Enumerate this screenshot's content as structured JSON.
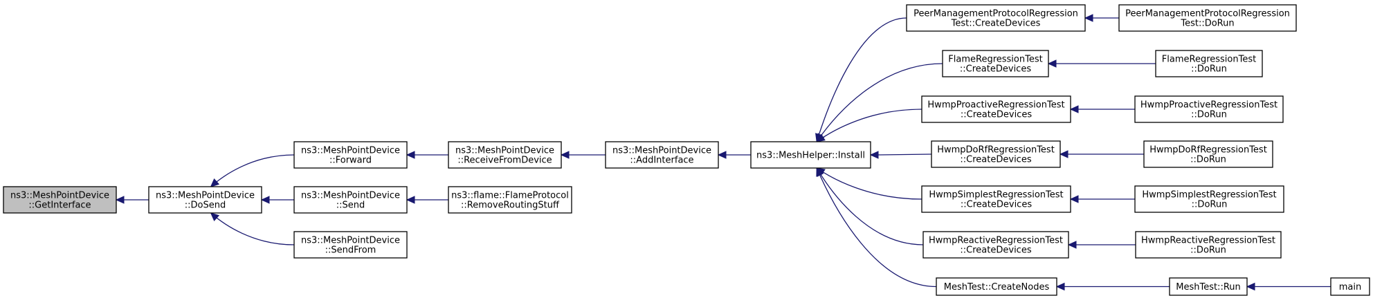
{
  "graph": {
    "nodes": [
      {
        "id": "getinterface",
        "lines": [
          "ns3::MeshPointDevice",
          "::GetInterface"
        ],
        "root": true
      },
      {
        "id": "dosend",
        "lines": [
          "ns3::MeshPointDevice",
          "::DoSend"
        ]
      },
      {
        "id": "forward",
        "lines": [
          "ns3::MeshPointDevice",
          "::Forward"
        ]
      },
      {
        "id": "send",
        "lines": [
          "ns3::MeshPointDevice",
          "::Send"
        ]
      },
      {
        "id": "sendfrom",
        "lines": [
          "ns3::MeshPointDevice",
          "::SendFrom"
        ]
      },
      {
        "id": "receivefromdevice",
        "lines": [
          "ns3::MeshPointDevice",
          "::ReceiveFromDevice"
        ]
      },
      {
        "id": "removeroutingstuff",
        "lines": [
          "ns3::flame::FlameProtocol",
          "::RemoveRoutingStuff"
        ]
      },
      {
        "id": "addinterface",
        "lines": [
          "ns3::MeshPointDevice",
          "::AddInterface"
        ]
      },
      {
        "id": "install",
        "lines": [
          "ns3::MeshHelper::Install"
        ]
      },
      {
        "id": "pmp-create",
        "lines": [
          "PeerManagementProtocolRegression",
          "Test::CreateDevices"
        ]
      },
      {
        "id": "pmp-dorun",
        "lines": [
          "PeerManagementProtocolRegression",
          "Test::DoRun"
        ]
      },
      {
        "id": "flame-create",
        "lines": [
          "FlameRegressionTest",
          "::CreateDevices"
        ]
      },
      {
        "id": "flame-dorun",
        "lines": [
          "FlameRegressionTest",
          "::DoRun"
        ]
      },
      {
        "id": "proactive-create",
        "lines": [
          "HwmpProactiveRegressionTest",
          "::CreateDevices"
        ]
      },
      {
        "id": "proactive-dorun",
        "lines": [
          "HwmpProactiveRegressionTest",
          "::DoRun"
        ]
      },
      {
        "id": "dorf-create",
        "lines": [
          "HwmpDoRfRegressionTest",
          "::CreateDevices"
        ]
      },
      {
        "id": "dorf-dorun",
        "lines": [
          "HwmpDoRfRegressionTest",
          "::DoRun"
        ]
      },
      {
        "id": "simplest-create",
        "lines": [
          "HwmpSimplestRegressionTest",
          "::CreateDevices"
        ]
      },
      {
        "id": "simplest-dorun",
        "lines": [
          "HwmpSimplestRegressionTest",
          "::DoRun"
        ]
      },
      {
        "id": "reactive-create",
        "lines": [
          "HwmpReactiveRegressionTest",
          "::CreateDevices"
        ]
      },
      {
        "id": "reactive-dorun",
        "lines": [
          "HwmpReactiveRegressionTest",
          "::DoRun"
        ]
      },
      {
        "id": "createnodes",
        "lines": [
          "MeshTest::CreateNodes"
        ]
      },
      {
        "id": "meshtest-run",
        "lines": [
          "MeshTest::Run"
        ]
      },
      {
        "id": "main",
        "lines": [
          "main"
        ]
      }
    ],
    "edges": [
      {
        "from": "dosend",
        "to": "getinterface"
      },
      {
        "from": "forward",
        "to": "dosend"
      },
      {
        "from": "send",
        "to": "dosend"
      },
      {
        "from": "sendfrom",
        "to": "dosend"
      },
      {
        "from": "receivefromdevice",
        "to": "forward"
      },
      {
        "from": "removeroutingstuff",
        "to": "send"
      },
      {
        "from": "addinterface",
        "to": "receivefromdevice"
      },
      {
        "from": "install",
        "to": "addinterface"
      },
      {
        "from": "pmp-create",
        "to": "install"
      },
      {
        "from": "flame-create",
        "to": "install"
      },
      {
        "from": "proactive-create",
        "to": "install"
      },
      {
        "from": "dorf-create",
        "to": "install"
      },
      {
        "from": "simplest-create",
        "to": "install"
      },
      {
        "from": "reactive-create",
        "to": "install"
      },
      {
        "from": "createnodes",
        "to": "install"
      },
      {
        "from": "pmp-dorun",
        "to": "pmp-create"
      },
      {
        "from": "flame-dorun",
        "to": "flame-create"
      },
      {
        "from": "proactive-dorun",
        "to": "proactive-create"
      },
      {
        "from": "dorf-dorun",
        "to": "dorf-create"
      },
      {
        "from": "simplest-dorun",
        "to": "simplest-create"
      },
      {
        "from": "reactive-dorun",
        "to": "reactive-create"
      },
      {
        "from": "meshtest-run",
        "to": "createnodes"
      },
      {
        "from": "main",
        "to": "meshtest-run"
      }
    ],
    "colors": {
      "edge": "#191970",
      "root_fill": "#bfbfbf",
      "node_fill": "#ffffff",
      "border": "#000000"
    }
  }
}
